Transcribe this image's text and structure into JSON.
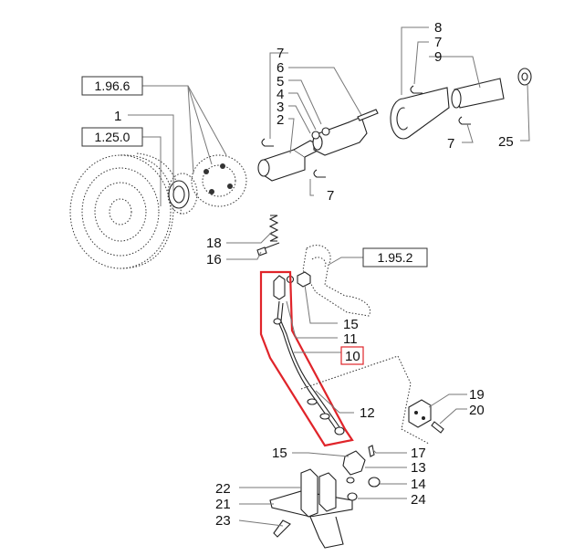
{
  "references": {
    "r1966": "1.96.6",
    "r1250": "1.25.0",
    "r1952": "1.95.2"
  },
  "callouts": {
    "c1": "1",
    "c2": "2",
    "c3": "3",
    "c4": "4",
    "c5": "5",
    "c6": "6",
    "c7a": "7",
    "c7b": "7",
    "c7c": "7",
    "c7d": "7",
    "c8": "8",
    "c9": "9",
    "c25": "25",
    "c18": "18",
    "c16": "16",
    "c15a": "15",
    "c11": "11",
    "c10": "10",
    "c12": "12",
    "c19": "19",
    "c20": "20",
    "c15b": "15",
    "c17": "17",
    "c13": "13",
    "c14": "14",
    "c24": "24",
    "c22": "22",
    "c21": "21",
    "c23": "23"
  },
  "highlight_color": "#e0242a"
}
